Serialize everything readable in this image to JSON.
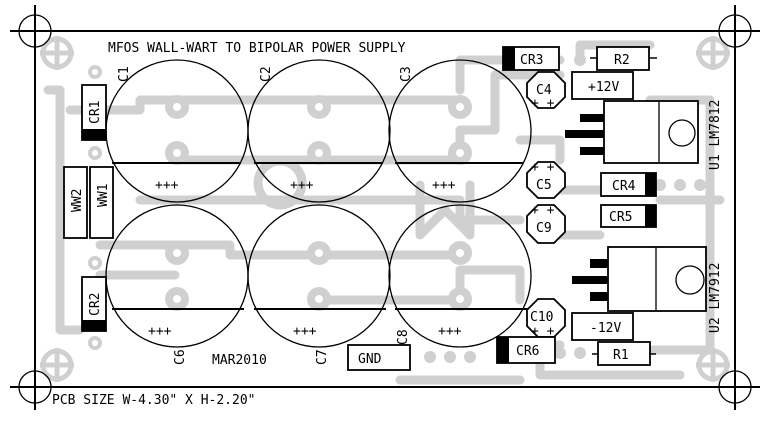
{
  "title": "MFOS WALL-WART TO BIPOLAR POWER SUPPLY",
  "date_code": "MAR2010",
  "pcb_size": "PCB SIZE W-4.30\" X H-2.20\"",
  "capacitors": {
    "C1": "C1",
    "C2": "C2",
    "C3": "C3",
    "C4": "C4",
    "C5": "C5",
    "C6": "C6",
    "C7": "C7",
    "C8": "C8",
    "C9": "C9",
    "C10": "C10",
    "polarity": "+++"
  },
  "diodes": {
    "CR1": "CR1",
    "CR2": "CR2",
    "CR3": "CR3",
    "CR4": "CR4",
    "CR5": "CR5",
    "CR6": "CR6"
  },
  "resistors": {
    "R1": "R1",
    "R2": "R2"
  },
  "wires": {
    "WW1": "WW1",
    "WW2": "WW2"
  },
  "terminals": {
    "pos": "+12V",
    "neg": "-12V",
    "gnd": "GND"
  },
  "regulators": {
    "U1": "U1 LM7812",
    "U2": "U2 LM7912"
  },
  "small_polarity": "+ +"
}
